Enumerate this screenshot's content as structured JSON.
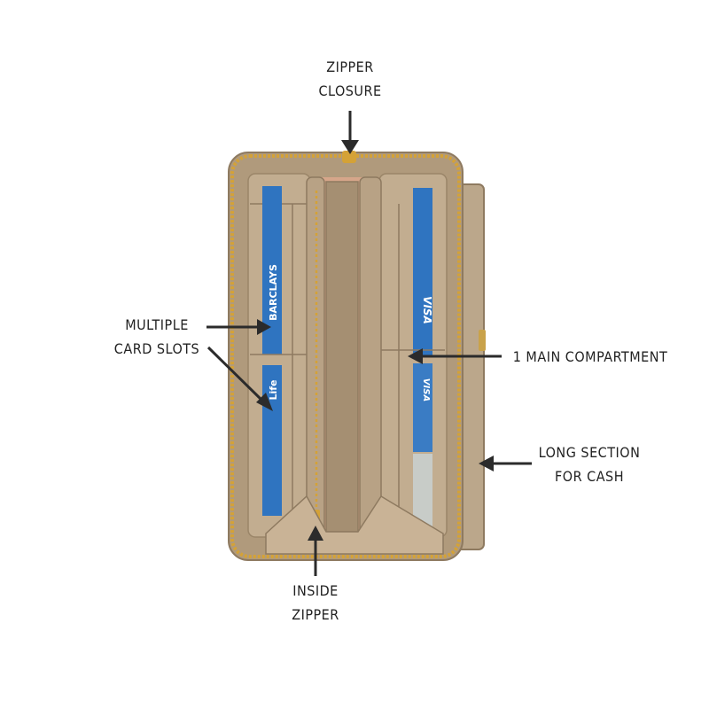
{
  "callouts": {
    "zipper_closure": [
      "ZIPPER",
      "CLOSURE"
    ],
    "card_slots": [
      "MULTIPLE",
      "CARD SLOTS"
    ],
    "main_compartment": [
      "1 MAIN COMPARTMENT"
    ],
    "cash_section": [
      "LONG SECTION",
      "FOR CASH"
    ],
    "inside_zipper": [
      "INSIDE",
      "ZIPPER"
    ]
  },
  "card_prints": {
    "card1": "BARCLAYS",
    "card2": "Life",
    "card3": "VISA",
    "card4": "VISA"
  },
  "colors": {
    "wallet": "#b09a7c",
    "wallet_dark": "#8e7a60",
    "lining": "#d6a68a",
    "zipper": "#d4a237",
    "card": "#2f74c0",
    "arrow": "#2b2b2b"
  }
}
